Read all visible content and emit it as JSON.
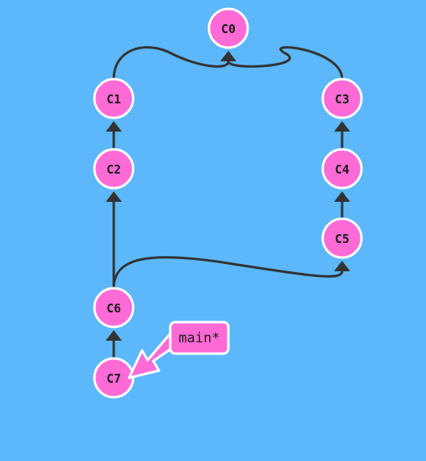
{
  "commits": [
    {
      "id": "C0",
      "label": "C0"
    },
    {
      "id": "C1",
      "label": "C1"
    },
    {
      "id": "C2",
      "label": "C2"
    },
    {
      "id": "C3",
      "label": "C3"
    },
    {
      "id": "C4",
      "label": "C4"
    },
    {
      "id": "C5",
      "label": "C5"
    },
    {
      "id": "C6",
      "label": "C6"
    },
    {
      "id": "C7",
      "label": "C7"
    }
  ],
  "edges": [
    {
      "child": "C1",
      "parent": "C0"
    },
    {
      "child": "C3",
      "parent": "C0"
    },
    {
      "child": "C2",
      "parent": "C1"
    },
    {
      "child": "C4",
      "parent": "C3"
    },
    {
      "child": "C5",
      "parent": "C4"
    },
    {
      "child": "C6",
      "parent": "C2"
    },
    {
      "child": "C6",
      "parent": "C5"
    },
    {
      "child": "C7",
      "parent": "C6"
    }
  ],
  "branch": {
    "label": "main*",
    "target": "C7"
  },
  "colors": {
    "background": "#5cb8fb",
    "commit_fill": "#ff6bd6",
    "commit_stroke": "#ffffff",
    "edge": "#333333"
  }
}
